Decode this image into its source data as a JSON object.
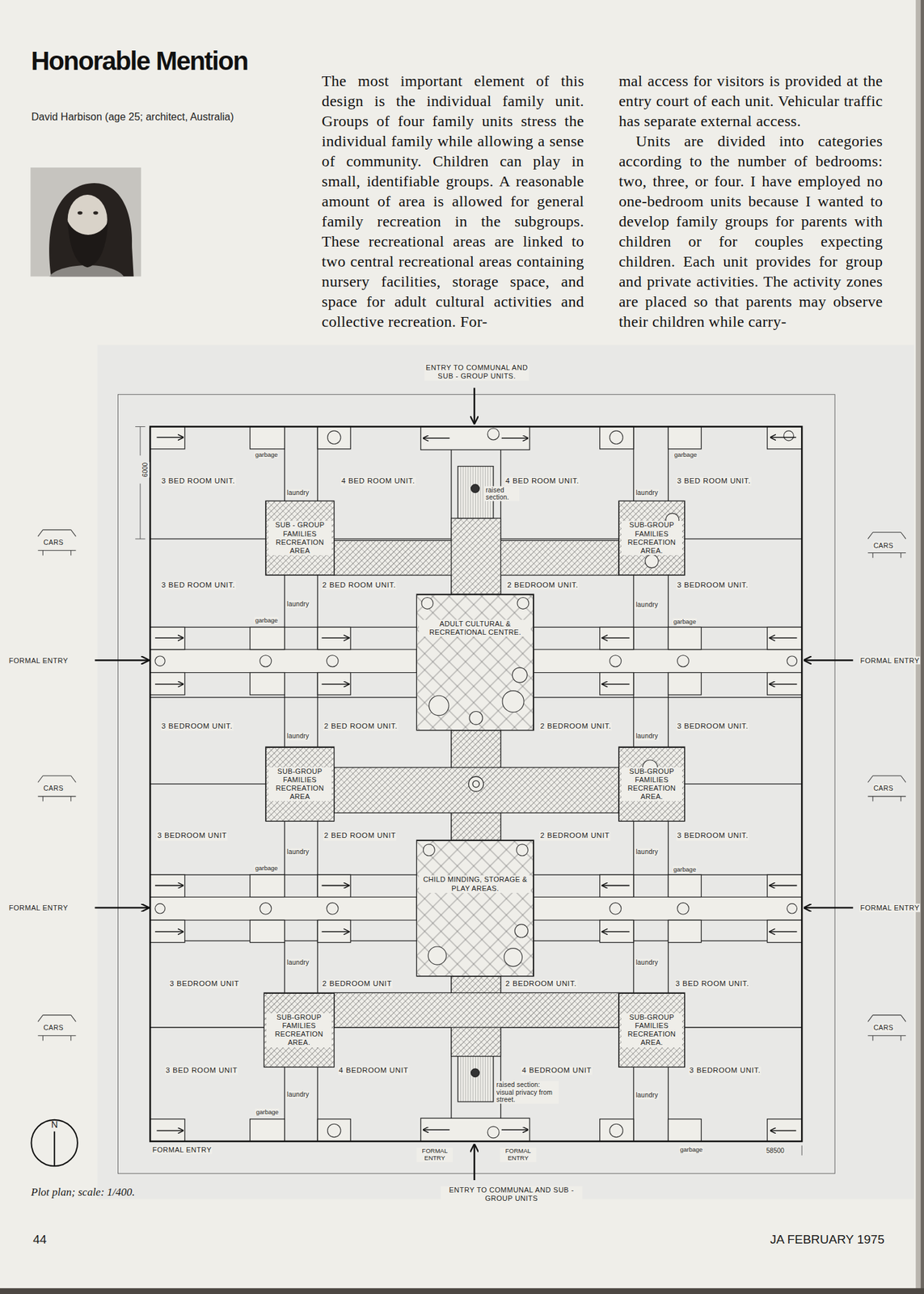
{
  "diagram": {
    "title": "Honorable Mention",
    "caption": "Plot plan; scale: 1/400.",
    "nodes": [
      {
        "text": [
          "SUB - GROUP FAMILIES RECREATION AREA"
        ]
      },
      {
        "text": [
          "SUB-GROUP FAMILIES RECREATION AREA."
        ]
      },
      {
        "text": [
          "ADULT CULTURAL & RECREATIONAL CENTRE."
        ]
      },
      {
        "text": [
          "SUB-GROUP FAMILIES RECREATION AREA"
        ]
      },
      {
        "text": [
          "SUB-GROUP FAMILIES RECREATION AREA."
        ]
      },
      {
        "text": [
          "CHILD MINDING, STORAGE & PLAY AREAS."
        ]
      },
      {
        "text": [
          "SUB-GROUP FAMILIES RECREATION AREA."
        ]
      },
      {
        "text": [
          "SUB-GROUP FAMILIES RECREATION AREA."
        ]
      }
    ],
    "labels": [
      "David Harbison (age 25; architect, Australia)",
      "The most important element of this design is the individual family unit. Groups of four family units stress the individual family while allowing a sense of community. Children can play in small, identifiable groups. A reasonable amount of area is allowed for general family recreation in the subgroups. These recreational areas are linked to two central recreational areas containing nursery facilities, storage space, and space for adult cultural activities and collective recreation. For-",
      "mal access for visitors is provided at the entry court of each unit. Vehicular traffic has separate external access.",
      "Units are divided into categories according to the number of bedrooms: two, three, or four. I have employed no one-bedroom units because I wanted to develop family groups for parents with children or for couples expecting children. Each unit provides for group and private activities. The activity zones are placed so that parents may observe their children while carry-",
      "ENTRY TO COMMUNAL AND SUB - GROUP UNITS.",
      "6000",
      "garbage",
      "garbage",
      "3 BED ROOM UNIT.",
      "laundry",
      "4 BED ROOM UNIT.",
      "raised section.",
      "4 BED ROOM UNIT.",
      "laundry",
      "3 BED ROOM UNIT.",
      "CARS",
      "CARS",
      "3 BED ROOM UNIT.",
      "laundry",
      "2 BED ROOM UNIT.",
      "2 BEDROOM UNIT.",
      "laundry",
      "3 BEDROOM UNIT.",
      "garbage",
      "garbage",
      "FORMAL ENTRY",
      "FORMAL ENTRY",
      "3 BEDROOM UNIT.",
      "laundry",
      "2 BED ROOM UNIT.",
      "2 BEDROOM UNIT.",
      "laundry",
      "3 BEDROOM UNIT.",
      "CARS",
      "CARS",
      "3 BEDROOM UNIT",
      "laundry",
      "2 BED ROOM UNIT",
      "2 BEDROOM UNIT",
      "laundry",
      "3 BEDROOM UNIT.",
      "garbage",
      "garbage",
      "FORMAL ENTRY",
      "FORMAL ENTRY",
      "laundry",
      "laundry",
      "3 BEDROOM UNIT",
      "2 BEDROOM UNIT",
      "2 BEDROOM UNIT.",
      "3 BED ROOM UNIT.",
      "CARS",
      "CARS",
      "3 BED ROOM UNIT",
      "4 BEDROOM UNIT",
      "raised section: visual privacy from street.",
      "4 BEDROOM UNIT",
      "3 BEDROOM UNIT.",
      "laundry",
      "laundry",
      "garbage",
      "garbage",
      "FORMAL ENTRY",
      "FORMAL ENTRY",
      "FORMAL ENTRY",
      "58500",
      "ENTRY TO COMMUNAL AND SUB - GROUP UNITS",
      "N",
      "44",
      "JA FEBRUARY 1975"
    ]
  }
}
